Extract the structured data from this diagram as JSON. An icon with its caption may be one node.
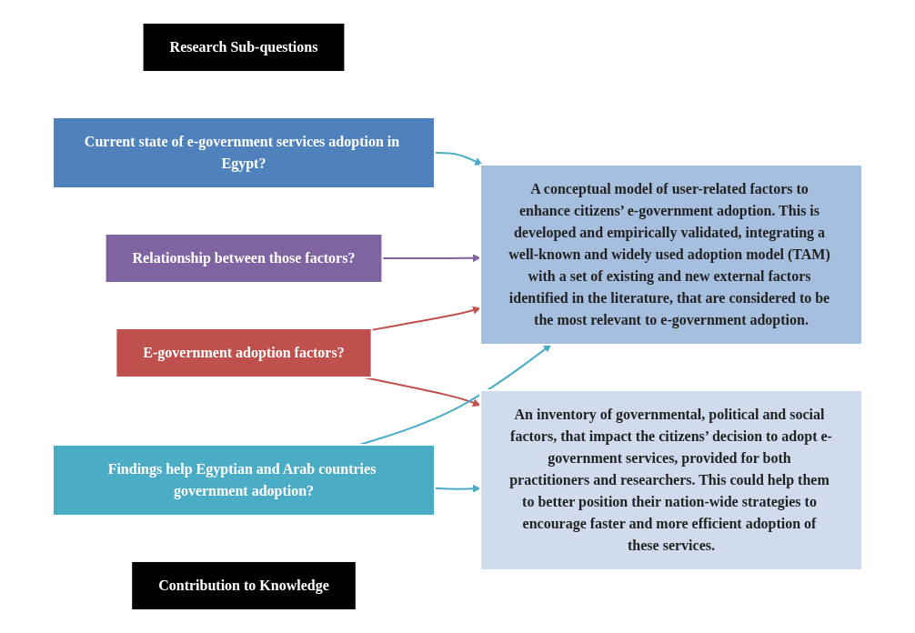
{
  "diagram": {
    "nodes": [
      {
        "text": [
          "Research Sub-questions"
        ]
      },
      {
        "text": [
          "Current state of e-government services adoption in Egypt?"
        ]
      },
      {
        "text": [
          "E-government adoption factors?"
        ]
      },
      {
        "text": [
          "Relationship between those factors?"
        ]
      },
      {
        "text": [
          "Findings help Egyptian and Arab countries government adoption?"
        ]
      },
      {
        "text": [
          "Contribution to Knowledge"
        ]
      },
      {
        "text": [
          "A conceptual model of user-related factors to enhance citizens’ e-government adoption. This is developed and empirically validated, integrating a well-known and widely used adoption model (TAM) with a set of existing and new external factors identified in the literature, that are considered to be the most relevant to e-government adoption."
        ]
      },
      {
        "text": [
          "An inventory of governmental, political and social factors, that impact the citizens’ decision to adopt e-government services, provided for both practitioners and researchers. This could help them to better position their nation-wide strategies to encourage faster and more efficient adoption of these services."
        ]
      }
    ],
    "edges": [
      {
        "from": 1,
        "to": 6,
        "arrow": "to",
        "color": "#4bacc6"
      },
      {
        "from": 2,
        "to": 6,
        "arrow": "to",
        "color": "#c0504d"
      },
      {
        "from": 2,
        "to": 7,
        "arrow": "to",
        "color": "#c0504d"
      },
      {
        "from": 3,
        "to": 6,
        "arrow": "to",
        "color": "#8064a2"
      },
      {
        "from": 4,
        "to": 6,
        "arrow": "to",
        "color": "#4bacc6"
      },
      {
        "from": 4,
        "to": 7,
        "arrow": "to",
        "color": "#4bacc6"
      }
    ]
  }
}
